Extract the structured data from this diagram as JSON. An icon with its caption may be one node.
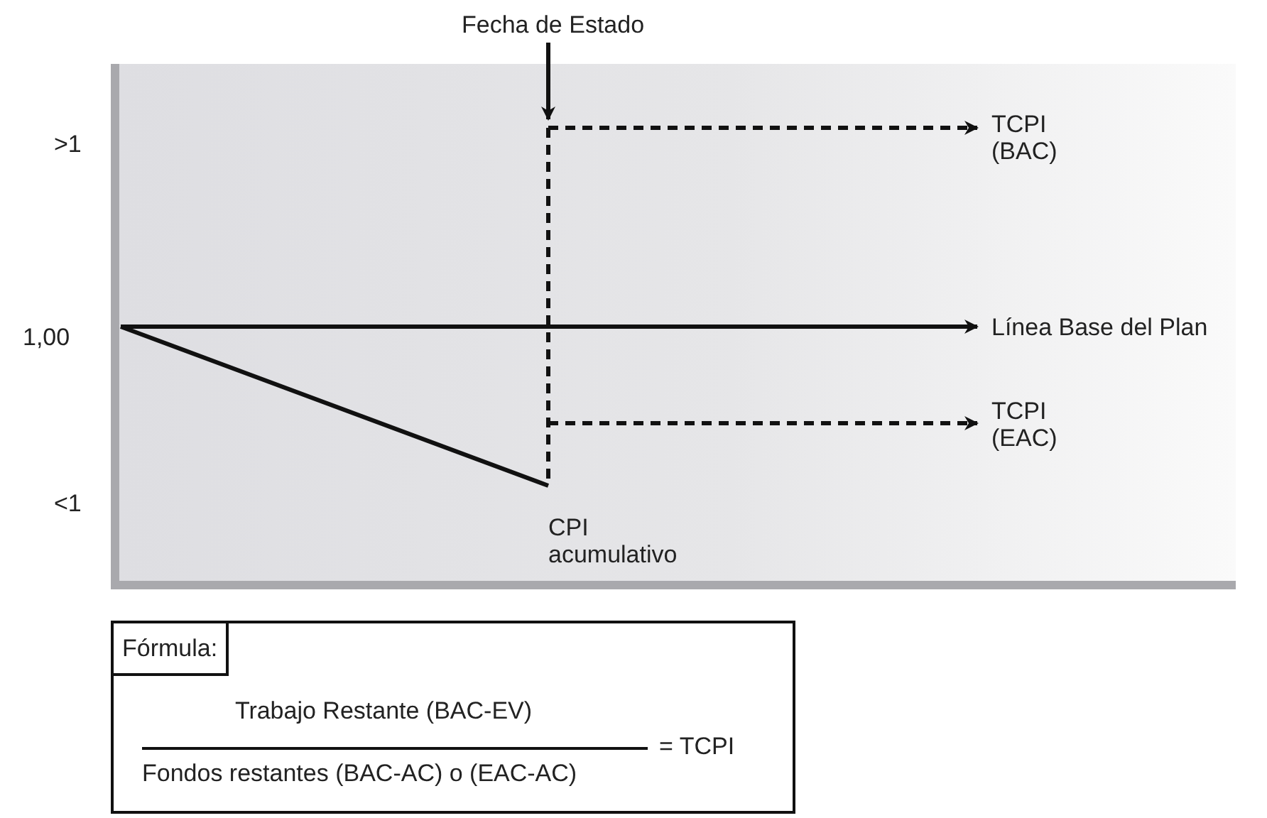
{
  "diagram": {
    "nodes": [
      {
        "text": [
          "Fecha de Estado"
        ]
      },
      {
        "text": [
          "TCPI (BAC)"
        ]
      },
      {
        "text": [
          "Línea Base del Plan"
        ]
      },
      {
        "text": [
          "TCPI (EAC)"
        ]
      },
      {
        "text": [
          "Fórmula:",
          "Trabajo Restante (BAC-EV)",
          "Fondos restantes (BAC-AC) o (EAC-AC)",
          "= TCPI"
        ]
      }
    ],
    "edges": [
      {
        "from": 0,
        "to": null,
        "arrow": "to"
      },
      {
        "from": null,
        "to": 1,
        "arrow": "to",
        "style": "dashed"
      },
      {
        "from": null,
        "to": 2,
        "arrow": "to"
      },
      {
        "from": null,
        "to": 3,
        "arrow": "to",
        "style": "dashed"
      }
    ],
    "labels": [
      ">1",
      "1,00",
      "<1",
      "CPI acumulativo"
    ]
  }
}
